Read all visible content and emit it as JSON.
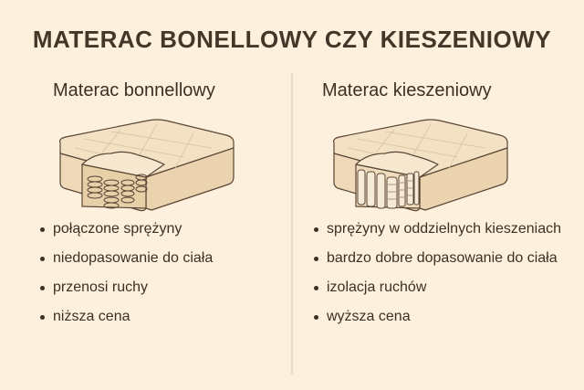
{
  "title": "MATERAC BONELLOWY CZY KIESZENIOWY",
  "columns": [
    {
      "heading": "Materac bonnellowy",
      "illustration": "bonnell-spring-mattress-cutaway",
      "items": [
        "połączone sprężyny",
        "niedopasowanie do ciała",
        "przenosi ruchy",
        "niższa cena"
      ]
    },
    {
      "heading": "Materac kieszeniowy",
      "illustration": "pocket-spring-mattress-cutaway",
      "items": [
        "sprężyny w oddzielnych kieszeniach",
        "bardzo dobre dopasowanie do ciała",
        "izolacja ruchów",
        "wyższa cena"
      ]
    }
  ],
  "colors": {
    "background": "#fdf0dc",
    "text": "#3e2f24",
    "mattress_fill": "#f3e1c4",
    "mattress_stroke": "#5a4636",
    "divider": "#eadccb"
  }
}
